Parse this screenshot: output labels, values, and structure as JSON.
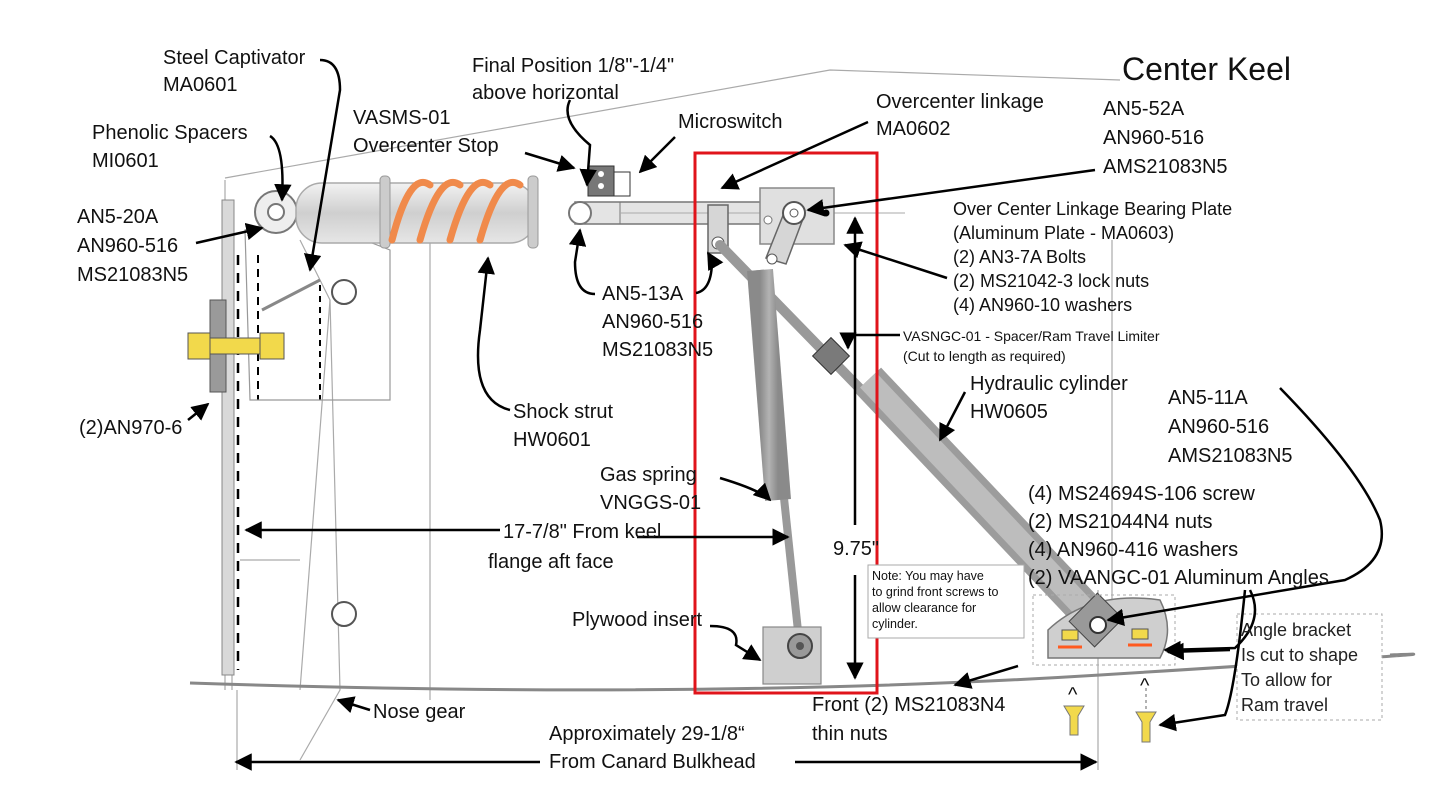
{
  "title": "Center Keel",
  "labels": {
    "steel_captivator": [
      "Steel Captivator",
      "MA0601"
    ],
    "final_position": [
      "Final Position 1/8\"-1/4\"",
      "above horizontal"
    ],
    "microswitch": "Microswitch",
    "overcenter_linkage": [
      "Overcenter linkage",
      "MA0602"
    ],
    "an5_52a": [
      "AN5-52A",
      "AN960-516",
      "AMS21083N5"
    ],
    "phenolic": [
      "Phenolic Spacers",
      "MI0601"
    ],
    "vasms": [
      "VASMS-01",
      "Overcenter Stop"
    ],
    "bearing_plate": [
      "Over Center Linkage Bearing Plate",
      "(Aluminum Plate - MA0603)",
      "(2) AN3-7A Bolts",
      "(2) MS21042-3 lock nuts",
      "(4) AN960-10 washers"
    ],
    "an5_20a": [
      "AN5-20A",
      "AN960-516",
      "MS21083N5"
    ],
    "an5_13a": [
      "AN5-13A",
      "AN960-516",
      "MS21083N5"
    ],
    "spacer_limiter": [
      "VASNGC-01 - Spacer/Ram Travel Limiter",
      "(Cut to length as required)"
    ],
    "hydraulic": [
      "Hydraulic cylinder",
      "HW0605"
    ],
    "an5_11a": [
      "AN5-11A",
      "AN960-516",
      "AMS21083N5"
    ],
    "an970": "(2)AN970-6",
    "shock_strut": [
      "Shock strut",
      "HW0601"
    ],
    "gas_spring": [
      "Gas spring",
      "VNGGS-01"
    ],
    "hardware_list": [
      "(4) MS24694S-106 screw",
      "(2) MS21044N4 nuts",
      "(4) AN960-416 washers",
      "(2) VAANGC-01 Aluminum Angles"
    ],
    "keel_flange": [
      "17-7/8\" From keel",
      "flange aft face"
    ],
    "dim_975": "9.75\"",
    "note": [
      "Note: You may have",
      "to grind front screws to",
      "allow clearance for",
      "cylinder."
    ],
    "plywood": "Plywood insert",
    "angle_bracket": [
      "Angle bracket",
      "Is cut to shape",
      "To allow for",
      "Ram travel"
    ],
    "nose_gear": "Nose gear",
    "thin_nuts": [
      "Front (2) MS21083N4",
      "thin nuts"
    ],
    "canard": [
      "Approximately 29-1/8“",
      "From Canard Bulkhead"
    ],
    "caret": "^"
  },
  "colors": {
    "spring": "#f08a4b",
    "highlight_box": "#e0141b",
    "metal": "#d6d6d6",
    "ram": "#a9a9a9",
    "nut": "#f2d94b",
    "orange_mark": "#ff5a1f"
  }
}
